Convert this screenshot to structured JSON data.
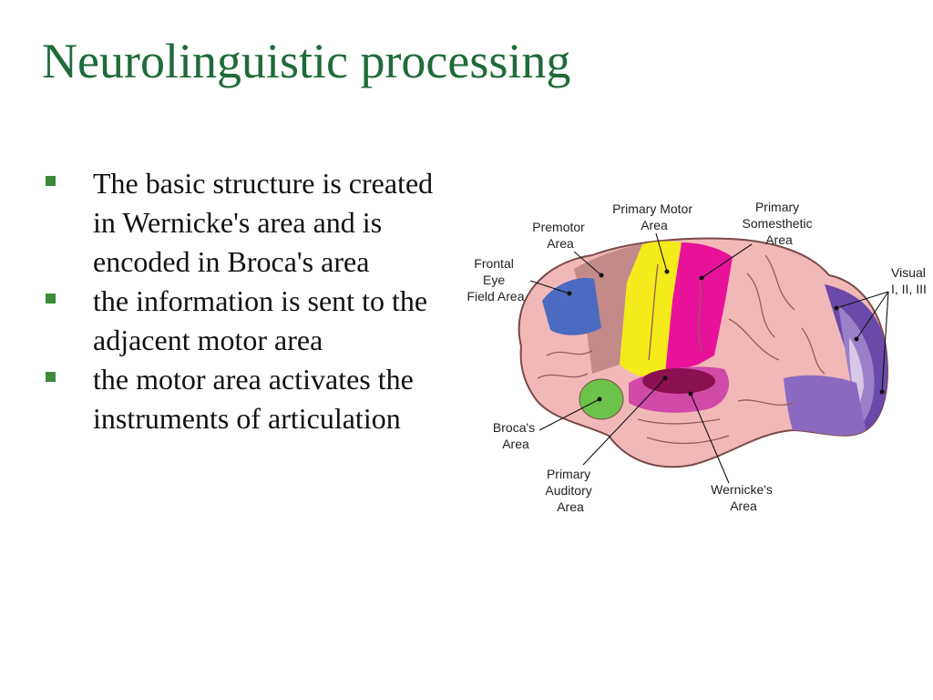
{
  "slide": {
    "title": "Neurolinguistic processing",
    "bullets": [
      "The basic structure is created in Wernicke's area and is encoded in Broca's area",
      "the information is sent to the adjacent motor area",
      "the motor area activates the instruments of articulation"
    ]
  },
  "figure": {
    "labels": {
      "primary_motor": [
        "Primary Motor",
        "Area"
      ],
      "primary_somesthetic": [
        "Primary",
        "Somesthetic",
        "Area"
      ],
      "premotor": [
        "Premotor",
        "Area"
      ],
      "frontal_eye": [
        "Frontal",
        "Eye",
        "Field Area"
      ],
      "visual": [
        "Visual",
        "I, II, III"
      ],
      "broca": [
        "Broca's",
        "Area"
      ],
      "primary_auditory": [
        "Primary",
        "Auditory",
        "Area"
      ],
      "wernicke": [
        "Wernicke's",
        "Area"
      ]
    },
    "colors": {
      "title": "#1f6b3a",
      "bullet": "#3d8a3a",
      "cortex": "#f2b8b8",
      "premotor": "#c48a8a",
      "frontal_eye": "#4a6bbf",
      "primary_motor": "#f5ea1a",
      "primary_somesthetic": "#e8129a",
      "broca": "#6cc24a",
      "auditory": "#d04aa8",
      "wernicke": "#8a1050",
      "visual_1": "#6a4aa8",
      "visual_2": "#9a80c8",
      "visual_3": "#d8c8e8"
    }
  }
}
